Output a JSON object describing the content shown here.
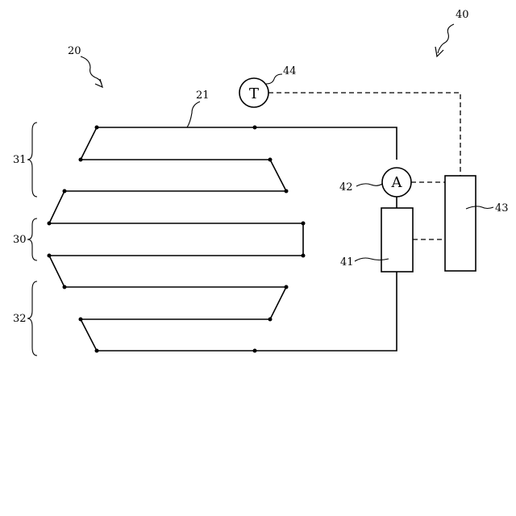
{
  "figure": {
    "refs": {
      "r20": "20",
      "r21": "21",
      "r30": "30",
      "r31": "31",
      "r32": "32",
      "r40": "40",
      "r41": "41",
      "r42": "42",
      "r43": "43",
      "r44": "44"
    },
    "symbols": {
      "ammeter": "A",
      "thermometer": "T"
    }
  }
}
